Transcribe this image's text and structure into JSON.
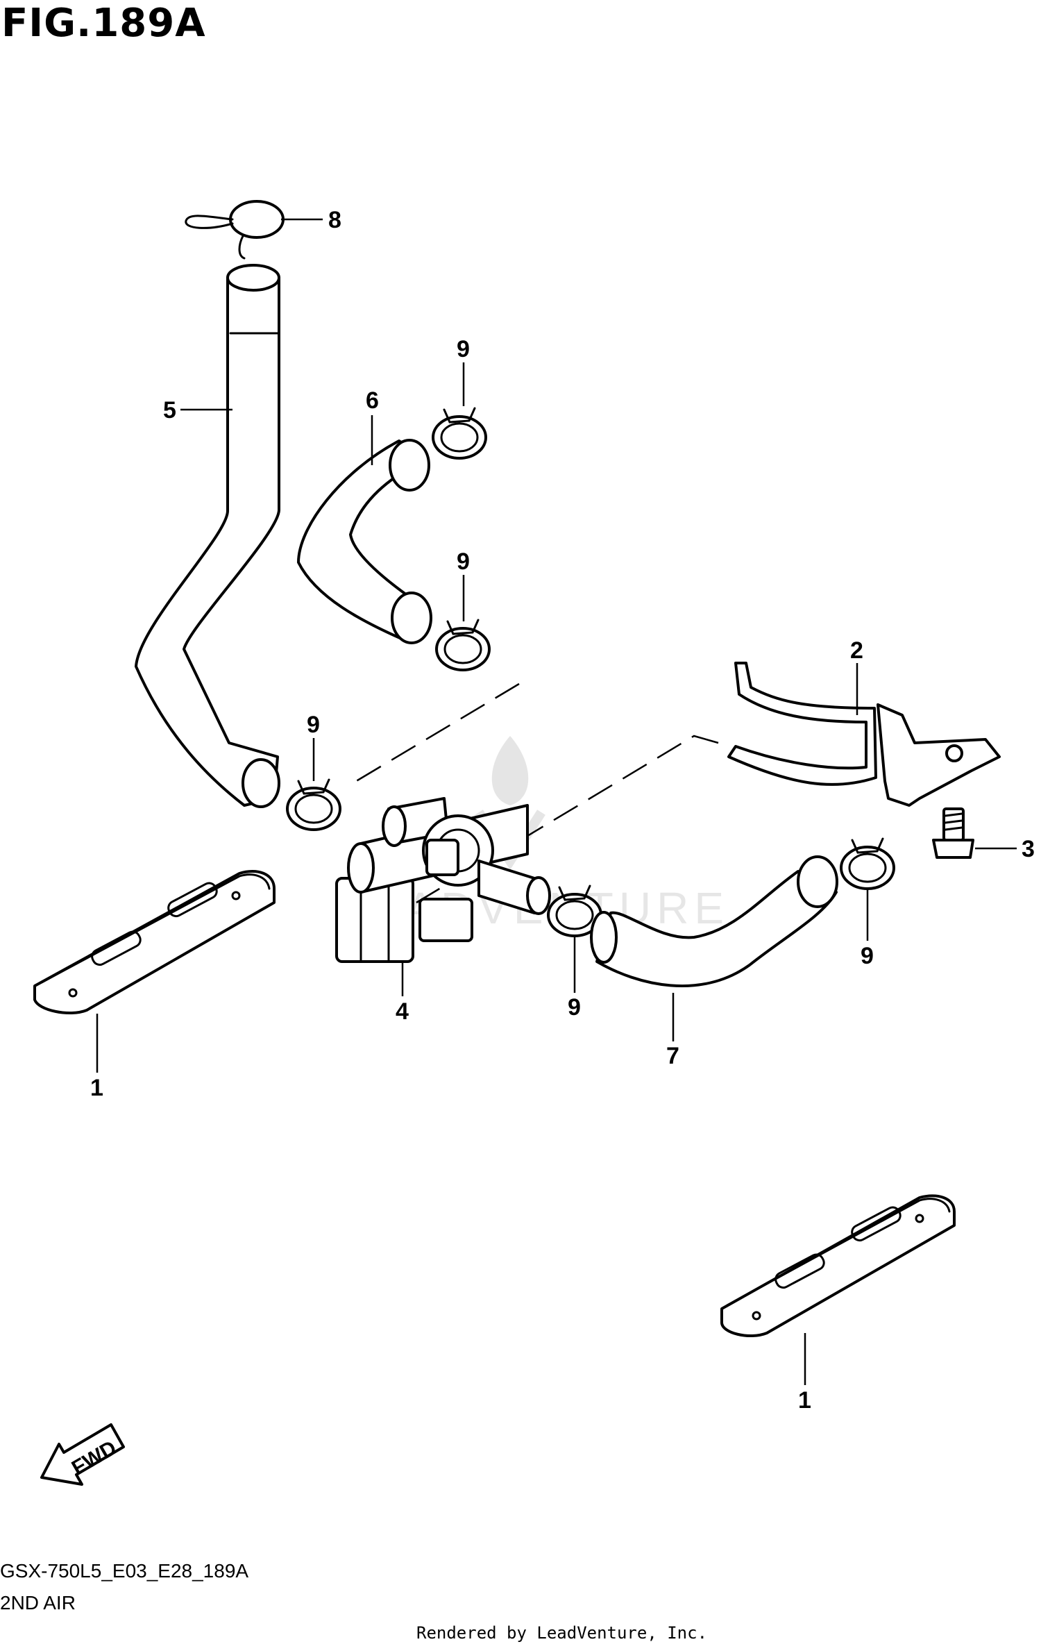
{
  "figure": {
    "title": "FIG.189A",
    "model_code": "GSX-750L5_E03_E28_189A",
    "section_name": "2ND AIR",
    "render_credit": "Rendered by LeadVenture, Inc.",
    "direction_label": "FWD",
    "watermark_text": "LEADVENTURE"
  },
  "callouts": [
    {
      "id": "c1a",
      "label": "1"
    },
    {
      "id": "c1b",
      "label": "1"
    },
    {
      "id": "c2",
      "label": "2"
    },
    {
      "id": "c3",
      "label": "3"
    },
    {
      "id": "c4",
      "label": "4"
    },
    {
      "id": "c5",
      "label": "5"
    },
    {
      "id": "c6",
      "label": "6"
    },
    {
      "id": "c7",
      "label": "7"
    },
    {
      "id": "c8",
      "label": "8"
    },
    {
      "id": "c9a",
      "label": "9"
    },
    {
      "id": "c9b",
      "label": "9"
    },
    {
      "id": "c9c",
      "label": "9"
    },
    {
      "id": "c9d",
      "label": "9"
    },
    {
      "id": "c9e",
      "label": "9"
    }
  ]
}
